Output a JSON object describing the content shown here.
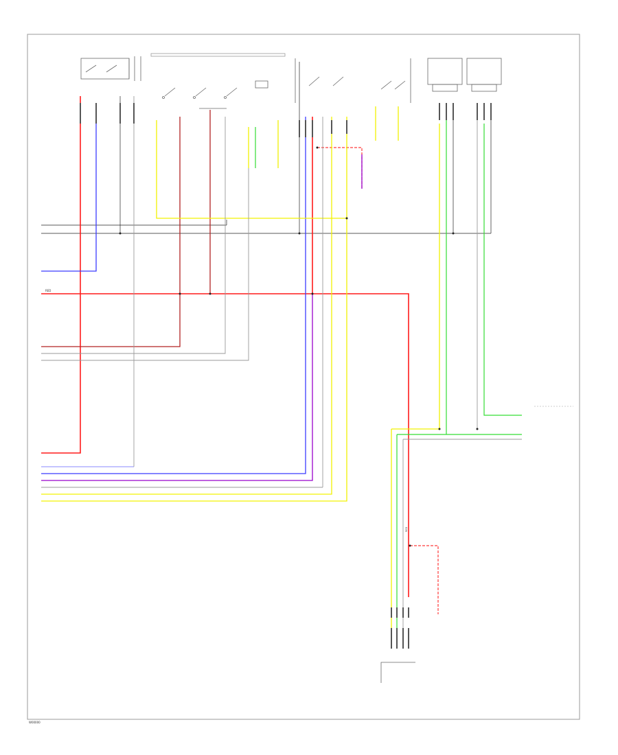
{
  "colors": {
    "red": "#ff1a1a",
    "dark_red": "#b22222",
    "blue": "#3b3bff",
    "violet": "#9900cc",
    "yellow": "#f2f200",
    "green": "#33dd33",
    "gray": "#888888",
    "black": "#222222",
    "frame": "#999999"
  },
  "wires": {
    "red": "RED",
    "red_label": "RED"
  },
  "footer": {
    "code": "W00000"
  }
}
